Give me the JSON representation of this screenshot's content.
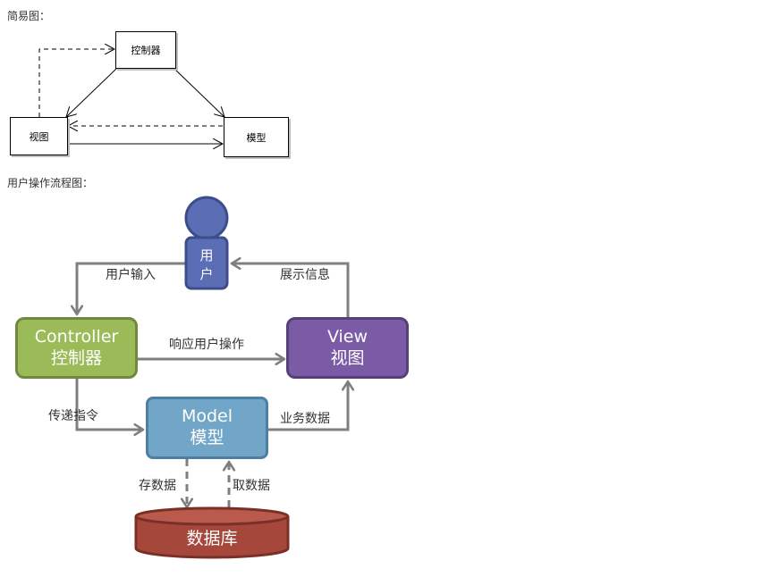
{
  "simple_diagram": {
    "caption": "简易图：",
    "controller": "控制器",
    "view": "视图",
    "model": "模型"
  },
  "flow_diagram": {
    "caption": "用户操作流程图：",
    "user": [
      "用",
      "户"
    ],
    "controller": {
      "en": "Controller",
      "zh": "控制器"
    },
    "view": {
      "en": "View",
      "zh": "视图"
    },
    "model": {
      "en": "Model",
      "zh": "模型"
    },
    "database": "数据库",
    "edges": {
      "user_input": "用户输入",
      "show_info": "展示信息",
      "respond_user_action": "响应用户操作",
      "pass_command": "传递指令",
      "business_data": "业务数据",
      "store_data": "存数据",
      "fetch_data": "取数据"
    }
  },
  "colors": {
    "controller": "#9bbb59",
    "view": "#7b5ba6",
    "model": "#71a6c9",
    "database": "#a5473a",
    "user": "#5b6eb5",
    "arrow": "#7f7f7f"
  }
}
